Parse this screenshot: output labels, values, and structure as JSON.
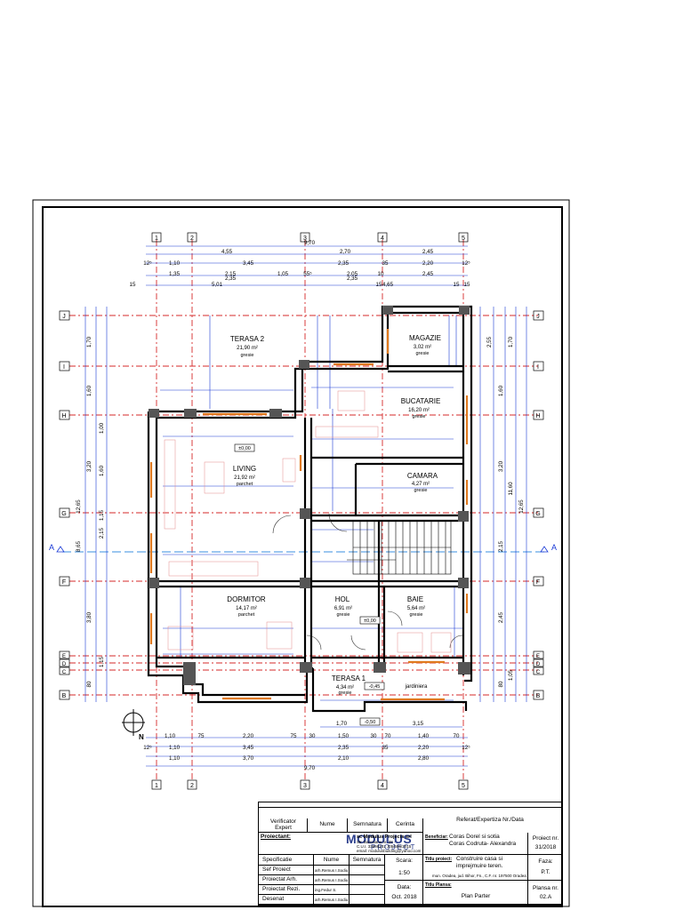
{
  "grid": {
    "columns": [
      "1",
      "2",
      "3",
      "4",
      "5"
    ],
    "rows": [
      "J",
      "I",
      "H",
      "G",
      "F",
      "E",
      "D",
      "C",
      "B"
    ],
    "section": "A"
  },
  "rooms": [
    {
      "name": "TERASA 2",
      "area": "21,90 m²",
      "finish": "gresie"
    },
    {
      "name": "MAGAZIE",
      "area": "3,02 m²",
      "finish": "gresie"
    },
    {
      "name": "BUCATARIE",
      "area": "16,20 m²",
      "finish": "gresie"
    },
    {
      "name": "LIVING",
      "area": "21,92 m²",
      "finish": "parchet"
    },
    {
      "name": "CAMARA",
      "area": "4,27 m²",
      "finish": "gresie"
    },
    {
      "name": "DORMITOR",
      "area": "14,17 m²",
      "finish": "parchet"
    },
    {
      "name": "HOL",
      "area": "6,91 m²",
      "finish": "gresie"
    },
    {
      "name": "BAIE",
      "area": "5,64 m²",
      "finish": "gresie"
    },
    {
      "name": "TERASA 1",
      "area": "4,34 m²",
      "finish": "gresie"
    }
  ],
  "labels": {
    "jardiniera": "jardiniera",
    "level_000": "±0,00",
    "level_minus045": "-0,45",
    "level_minus050": "-0,50"
  },
  "dims_top": {
    "overall": "9,70",
    "row1": [
      "4,55",
      "2,70",
      "2,45"
    ],
    "row2": [
      "12⁵",
      "1,10",
      "3,45",
      "2,35",
      "35",
      "2,20",
      "12⁵"
    ],
    "row3": [
      "1,35",
      "2,15",
      "1,05",
      "55⁵",
      "2,05",
      "10",
      "2,45"
    ],
    "row4": [
      "15",
      "5,01",
      "2,35",
      "2,35",
      "15",
      "4,65",
      "15",
      "15"
    ]
  },
  "dims_bottom": {
    "row1": [
      "1,70",
      "3,15"
    ],
    "row2": [
      "1,10",
      "75",
      "2,20",
      "75",
      "30",
      "1,50",
      "30",
      "70",
      "1,40",
      "70"
    ],
    "row3": [
      "12⁵",
      "1,10",
      "3,45",
      "2,35",
      "35",
      "2,20",
      "12⁵"
    ],
    "row4": [
      "1,10",
      "3,70",
      "2,10",
      "2,80"
    ],
    "overall": "9,70"
  },
  "dims_left": {
    "overall": "12,65",
    "parts": [
      "1,70",
      "1,60",
      "1,00",
      "3,20",
      "8,65",
      "2,15",
      "1,15",
      "1,60",
      "3,80",
      "1,15",
      "80"
    ]
  },
  "dims_right": {
    "overall": "12,65",
    "parts": [
      "1,70",
      "2,55",
      "1,60",
      "11,60",
      "3,20",
      "2,15",
      "2,45",
      "1,05",
      "80"
    ]
  },
  "title_block": {
    "h_referat": "Referat/Expertiza Nr./Data",
    "verificator": "Verificator",
    "expert": "Expert",
    "nume": "Nume",
    "semnatura": "Semnatura",
    "cerinta": "Cerinta",
    "proiectant_lbl": "Proiectant:",
    "proiectant_val": "sc Modulus Projects srl",
    "proiectant_addr1": "Str. Barcaianu nr. 28 -",
    "proiectant_addr2": "C.U.I. 33698231 J05/686/2015",
    "proiectant_email": "email: modulusbuilding@yahoo.com",
    "logo_main": "MODULUS",
    "logo_sub": "PROJECT",
    "beneficiar_lbl": "Beneficiar:",
    "beneficiar_1": "Coras Dorel si sotia",
    "beneficiar_2": "Coras Codruta- Alexandra",
    "proiect_nr_lbl": "Proiect nr.",
    "proiect_nr": "31/2018",
    "specificatie": "Specificatie",
    "scara_lbl": "Scara:",
    "scara": "1:50",
    "titlu_proiect_lbl": "Titlu proiect:",
    "titlu_proiect_1": "Construire casa si",
    "titlu_proiect_2": "imprejmuire teren.",
    "faza_lbl": "Faza:",
    "faza": "P.T.",
    "locatie": "mun. Oradea, jud. Bihor, Fn., C.F. nr. 197500 Oradea",
    "sef_proiect": "Sef Proiect",
    "proiectat_arh": "Proiectat Arh.",
    "proiectat_rezi": "Proiectat Rezi.",
    "desenat": "Desenat",
    "name_1": "arh.Remus I.Sodiu",
    "name_2": "arh.Remus I.Sodiu",
    "name_3": "ing.Fedur S.",
    "name_4": "arh.Remus I.Sodiu",
    "data_lbl": "Data:",
    "data": "Oct. 2018",
    "titlu_plansa_lbl": "Titlu Plansa:",
    "titlu_plansa": "Plan Parter",
    "plansa_nr_lbl": "Plansa nr.",
    "plansa_nr": "02.A"
  },
  "colors": {
    "wall": "#000000",
    "grid_line": "#d62828",
    "dim_line": "#1a3ad6",
    "door_window": "#e07a1f",
    "section_line": "#3a8fe0"
  }
}
